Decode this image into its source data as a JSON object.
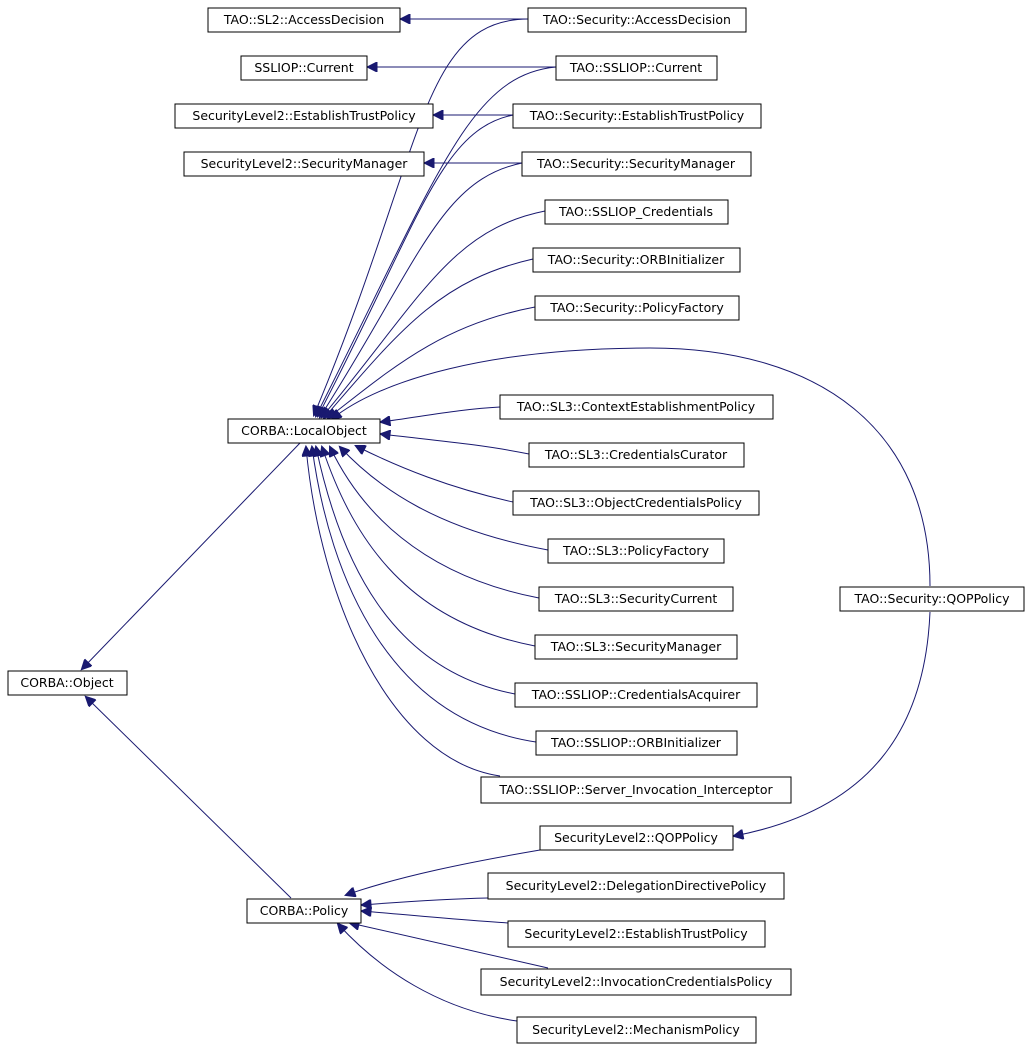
{
  "colors": {
    "edge": "#191970",
    "box_border": "#000000",
    "background": "#ffffff"
  },
  "nodes": {
    "sl2_access_decision": "TAO::SL2::AccessDecision",
    "security_access_decision": "TAO::Security::AccessDecision",
    "ssliop_current_iface": "SSLIOP::Current",
    "tao_ssliop_current": "TAO::SSLIOP::Current",
    "sl2_establish_trust_policy": "SecurityLevel2::EstablishTrustPolicy",
    "security_establish_trust_policy": "TAO::Security::EstablishTrustPolicy",
    "sl2_security_manager": "SecurityLevel2::SecurityManager",
    "security_security_manager": "TAO::Security::SecurityManager",
    "ssliop_credentials": "TAO::SSLIOP_Credentials",
    "security_orb_initializer": "TAO::Security::ORBInitializer",
    "security_policy_factory": "TAO::Security::PolicyFactory",
    "corba_local_object": "CORBA::LocalObject",
    "sl3_context_establishment_policy": "TAO::SL3::ContextEstablishmentPolicy",
    "sl3_credentials_curator": "TAO::SL3::CredentialsCurator",
    "sl3_object_credentials_policy": "TAO::SL3::ObjectCredentialsPolicy",
    "sl3_policy_factory": "TAO::SL3::PolicyFactory",
    "sl3_security_current": "TAO::SL3::SecurityCurrent",
    "sl3_security_manager": "TAO::SL3::SecurityManager",
    "security_qop_policy": "TAO::Security::QOPPolicy",
    "corba_object": "CORBA::Object",
    "ssliop_credentials_acquirer": "TAO::SSLIOP::CredentialsAcquirer",
    "ssliop_orb_initializer": "TAO::SSLIOP::ORBInitializer",
    "ssliop_server_invocation_interceptor": "TAO::SSLIOP::Server_Invocation_Interceptor",
    "sl2_qop_policy": "SecurityLevel2::QOPPolicy",
    "corba_policy": "CORBA::Policy",
    "sl2_delegation_directive_policy": "SecurityLevel2::DelegationDirectivePolicy",
    "sl2_establish_trust_policy_2": "SecurityLevel2::EstablishTrustPolicy",
    "sl2_invocation_credentials_policy": "SecurityLevel2::InvocationCredentialsPolicy",
    "sl2_mechanism_policy": "SecurityLevel2::MechanismPolicy"
  }
}
